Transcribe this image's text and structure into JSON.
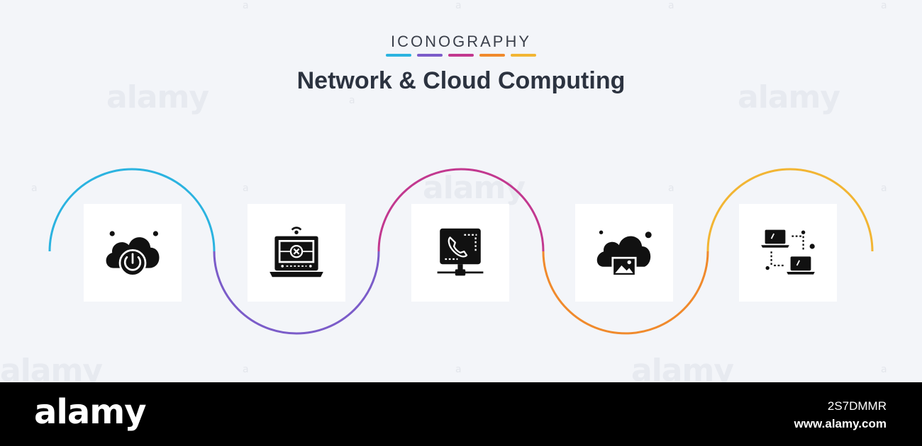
{
  "header": {
    "kicker": "ICONOGRAPHY",
    "title": "Network & Cloud Computing",
    "stripe_colors": [
      "#2bb3e0",
      "#7b5cc9",
      "#c2388f",
      "#f08a2c",
      "#f2b533"
    ]
  },
  "watermark": {
    "text": "alamy",
    "mark": "a"
  },
  "waves": {
    "colors": [
      "#2bb3e0",
      "#7b5cc9",
      "#c2388f",
      "#f08a2c",
      "#f2b533"
    ]
  },
  "icons": [
    {
      "name": "cloud-power-icon"
    },
    {
      "name": "laptop-error-icon"
    },
    {
      "name": "phone-server-icon"
    },
    {
      "name": "cloud-image-icon"
    },
    {
      "name": "laptop-network-icon"
    }
  ],
  "footer": {
    "brand": "alamy",
    "image_id": "2S7DMMR",
    "site": "www.alamy.com"
  }
}
